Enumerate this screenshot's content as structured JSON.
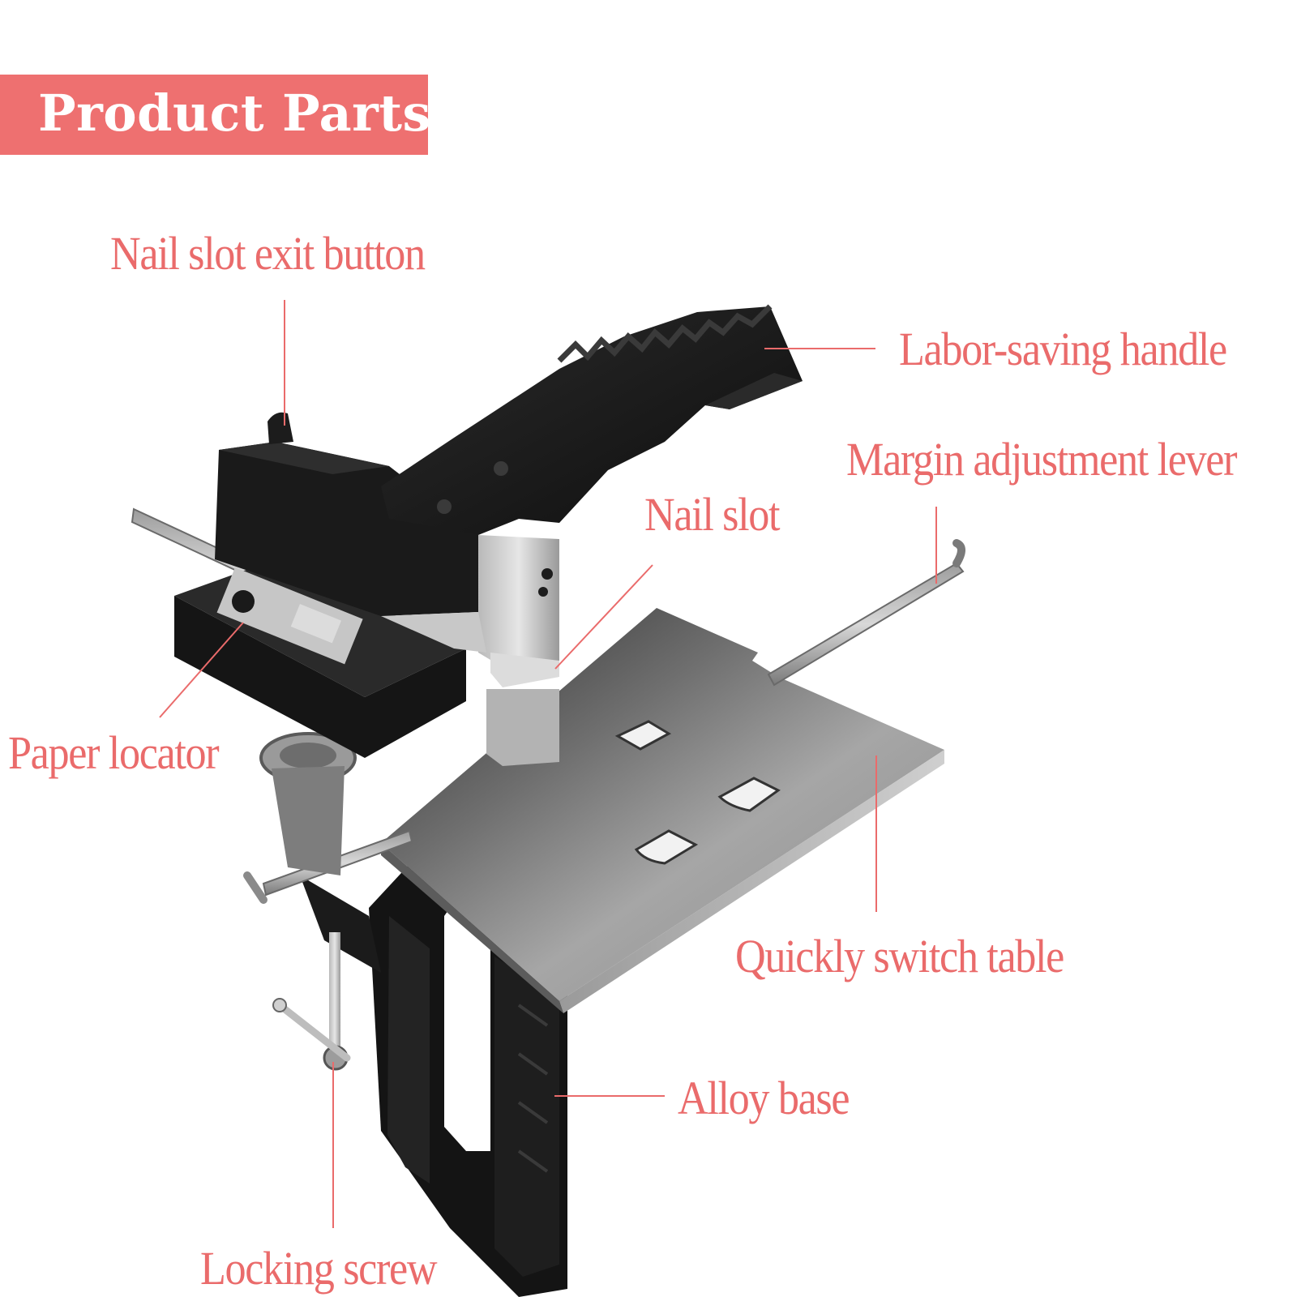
{
  "header": {
    "title": "Product Parts :",
    "badge_color": "#ee7070"
  },
  "accent_color": "#ea6b6b",
  "callouts": [
    {
      "id": "nail-slot-exit-button",
      "label": "Nail slot exit button"
    },
    {
      "id": "labor-saving-handle",
      "label": "Labor-saving handle"
    },
    {
      "id": "margin-adjustment-lever",
      "label": "Margin adjustment lever"
    },
    {
      "id": "nail-slot",
      "label": "Nail slot"
    },
    {
      "id": "paper-locator",
      "label": "Paper locator"
    },
    {
      "id": "quickly-switch-table",
      "label": "Quickly switch table"
    },
    {
      "id": "alloy-base",
      "label": "Alloy base"
    },
    {
      "id": "locking-screw",
      "label": "Locking screw"
    }
  ]
}
